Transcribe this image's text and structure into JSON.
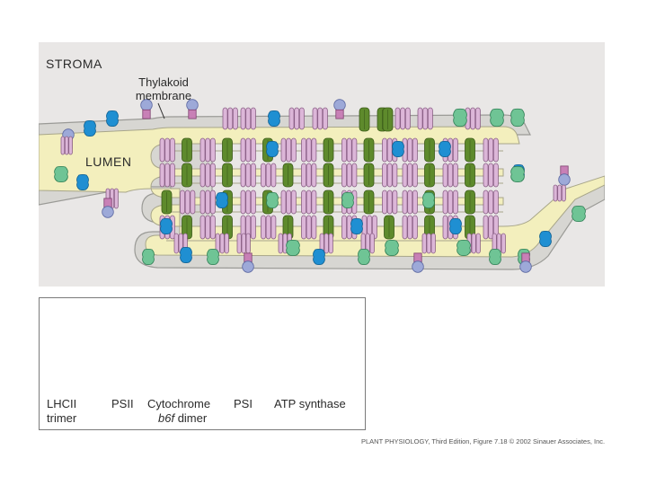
{
  "labels": {
    "stroma": "STROMA",
    "membrane_line1": "Thylakoid",
    "membrane_line2": "membrane",
    "lumen": "LUMEN"
  },
  "legend": {
    "lhcii_line1": "LHCII",
    "lhcii_line2": "trimer",
    "psii": "PSII",
    "cyt_line1": "Cytochrome",
    "cyt_line2a": "b6f",
    "cyt_line2b": " dimer",
    "psi": "PSI",
    "atp": "ATP synthase"
  },
  "credit": {
    "book": "PLANT PHYSIOLOGY",
    "rest": ", Third Edition, Figure 7.18  © 2002 Sinauer Associates, Inc."
  },
  "colors": {
    "lhcii": "#dcb6d8",
    "psii": "#5e8a2c",
    "cytochrome": "#1f8fd2",
    "psi": "#6fc495",
    "atp_head": "#9da9d8",
    "atp_stalk": "#c880b6",
    "lumen": "#f3efbd",
    "membrane": "#cfcfcb"
  }
}
